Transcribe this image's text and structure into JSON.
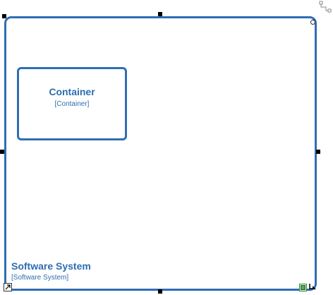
{
  "software_system": {
    "name": "Software System",
    "type": "[Software System]"
  },
  "container": {
    "name": "Container",
    "type": "[Container]"
  },
  "colors": {
    "accent": "#2f6eb5",
    "text": "#2c6db2",
    "handle": "#000000",
    "background": "#ffffff"
  },
  "icons": {
    "top_right": "connector-icon",
    "top_right_inner": "rotate-icon",
    "bottom_left": "resize-arrow-icon",
    "bottom_right_a": "expand-icon",
    "bottom_right_b": "resize-corner-icon"
  }
}
